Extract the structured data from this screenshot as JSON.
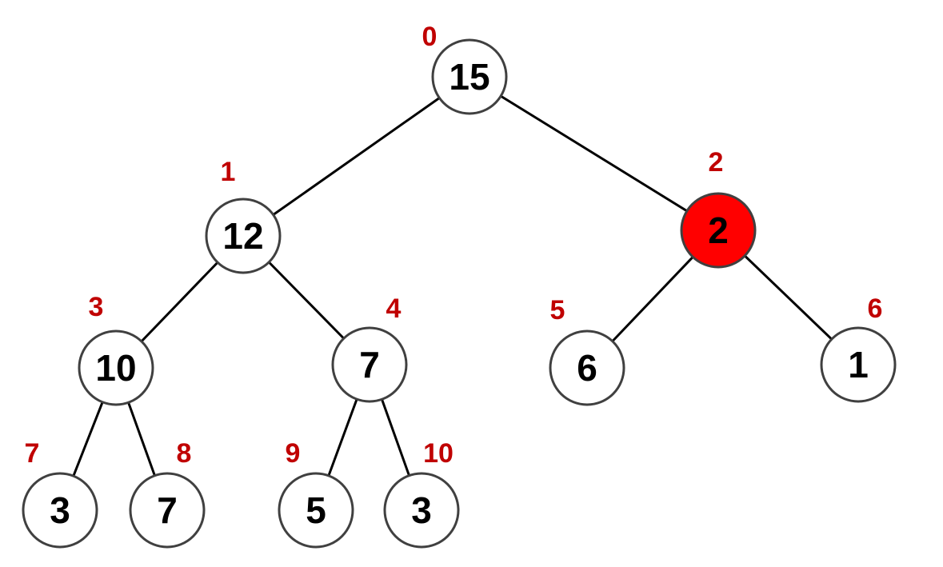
{
  "title": "Binary heap tree",
  "colors": {
    "index_label": "#c00000",
    "highlight_fill": "#ff0000",
    "node_fill": "#ffffff"
  },
  "nodes": [
    {
      "index": "0",
      "value": "15",
      "highlighted": false
    },
    {
      "index": "1",
      "value": "12",
      "highlighted": false
    },
    {
      "index": "2",
      "value": "2",
      "highlighted": true
    },
    {
      "index": "3",
      "value": "10",
      "highlighted": false
    },
    {
      "index": "4",
      "value": "7",
      "highlighted": false
    },
    {
      "index": "5",
      "value": "6",
      "highlighted": false
    },
    {
      "index": "6",
      "value": "1",
      "highlighted": false
    },
    {
      "index": "7",
      "value": "3",
      "highlighted": false
    },
    {
      "index": "8",
      "value": "7",
      "highlighted": false
    },
    {
      "index": "9",
      "value": "5",
      "highlighted": false
    },
    {
      "index": "10",
      "value": "3",
      "highlighted": false
    }
  ]
}
